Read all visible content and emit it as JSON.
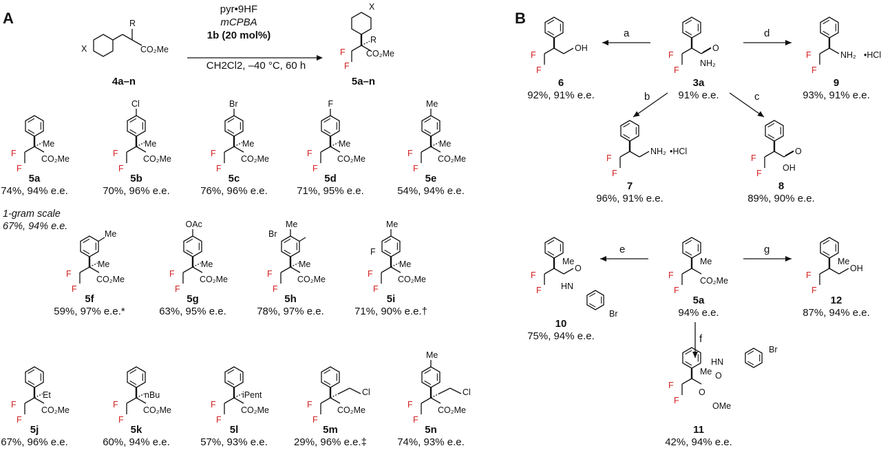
{
  "panels": {
    "a": "A",
    "b": "B"
  },
  "scheme": {
    "conditions": [
      "pyr•9HF",
      "mCPBA",
      "1b (20 mol%)",
      "CH2Cl2, –40 °C, 60 h"
    ],
    "reactant_label": "4a–n",
    "product_label": "5a–n"
  },
  "note": [
    "1-gram scale",
    "67%, 94% e.e."
  ],
  "compounds_a": [
    {
      "id": "5a",
      "yield": "74%, 94% e.e.",
      "para": "",
      "meta": "",
      "ortho": "",
      "r": "Me"
    },
    {
      "id": "5b",
      "yield": "70%, 96% e.e.",
      "para": "Cl",
      "meta": "",
      "ortho": "",
      "r": "Me"
    },
    {
      "id": "5c",
      "yield": "76%, 96% e.e.",
      "para": "Br",
      "meta": "",
      "ortho": "",
      "r": "Me"
    },
    {
      "id": "5d",
      "yield": "71%, 95% e.e.",
      "para": "F",
      "meta": "",
      "ortho": "",
      "r": "Me"
    },
    {
      "id": "5e",
      "yield": "54%, 94% e.e.",
      "para": "Me",
      "meta": "",
      "ortho": "",
      "r": "Me"
    },
    {
      "id": "5f",
      "yield": "59%, 97% e.e.*",
      "para": "",
      "meta": "Me",
      "ortho": "",
      "r": "Me"
    },
    {
      "id": "5g",
      "yield": "63%, 95% e.e.",
      "para": "OAc",
      "meta": "",
      "ortho": "",
      "r": "Me"
    },
    {
      "id": "5h",
      "yield": "78%, 97% e.e.",
      "para": "Me",
      "meta": "Br",
      "ortho": "",
      "r": "Me"
    },
    {
      "id": "5i",
      "yield": "71%, 90% e.e.†",
      "para": "Me",
      "meta": "",
      "ortho": "F",
      "r": "Me"
    },
    {
      "id": "5j",
      "yield": "67%, 96% e.e.",
      "para": "",
      "meta": "",
      "ortho": "",
      "r": "Et"
    },
    {
      "id": "5k",
      "yield": "60%, 94% e.e.",
      "para": "",
      "meta": "",
      "ortho": "",
      "r": "nBu"
    },
    {
      "id": "5l",
      "yield": "57%, 93% e.e.",
      "para": "",
      "meta": "",
      "ortho": "",
      "r": "iPent"
    },
    {
      "id": "5m",
      "yield": "29%, 96% e.e.‡",
      "para": "",
      "meta": "",
      "ortho": "",
      "r": "CH2CH2Cl"
    },
    {
      "id": "5n",
      "yield": "74%, 93% e.e.",
      "para": "Me",
      "meta": "",
      "ortho": "",
      "r": "CH2CH2Cl"
    }
  ],
  "compounds_b": {
    "c3a": {
      "id": "3a",
      "yield": "91% e.e."
    },
    "c6": {
      "id": "6",
      "yield": "92%, 91% e.e."
    },
    "c9": {
      "id": "9",
      "yield": "93%, 91% e.e."
    },
    "c7": {
      "id": "7",
      "yield": "96%, 91% e.e."
    },
    "c8": {
      "id": "8",
      "yield": "89%, 90% e.e."
    },
    "c5a": {
      "id": "5a",
      "yield": "94% e.e."
    },
    "c10": {
      "id": "10",
      "yield": "75%, 94% e.e."
    },
    "c12": {
      "id": "12",
      "yield": "87%, 94% e.e."
    },
    "c11": {
      "id": "11",
      "yield": "42%, 94% e.e."
    }
  },
  "arrows_b": {
    "a": "a",
    "b": "b",
    "c": "c",
    "d": "d",
    "e": "e",
    "f": "f",
    "g": "g"
  },
  "atoms": {
    "F": "F",
    "Me": "Me",
    "CO2Me": "CO₂Me",
    "OH": "OH",
    "NH2": "NH₂",
    "HCl": "•HCl",
    "O": "O",
    "HN": "HN",
    "Br": "Br",
    "X": "X",
    "R": "R",
    "OMe": "OMe"
  }
}
